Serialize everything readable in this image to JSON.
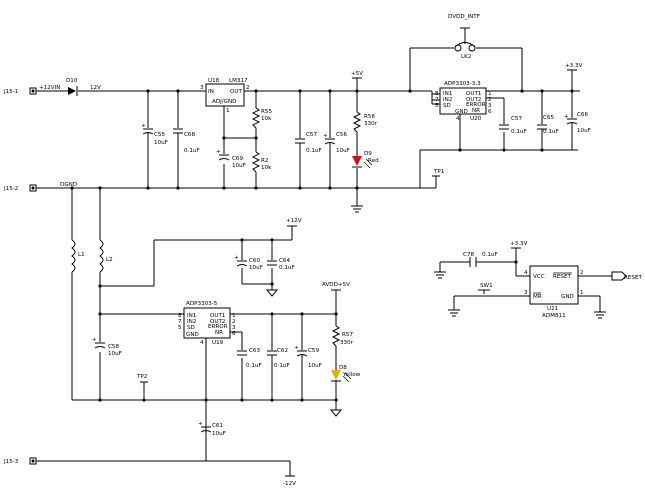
{
  "connectors": {
    "j15_1": "J15-1",
    "j15_2": "J15-2",
    "j15_3": "J15-3",
    "in_12v": "+12VIN",
    "dgnd": "DGND",
    "neg12v": "-12V"
  },
  "nets": {
    "rail_12v": "12V",
    "rail_5v": "+5V",
    "rail_33v": "+3.3V",
    "plus12v": "+12V",
    "avdd": "AVDD+5V",
    "dvdd_intf": "DVDD_INTF",
    "reset": "RESET",
    "reset_33v": "+3.3V"
  },
  "u18": {
    "ref": "U18",
    "part": "LM317",
    "pin_in": "IN",
    "pin_out": "OUT",
    "pin_adj": "ADJ/GND",
    "pin3": "3",
    "pin2": "2",
    "pin1": "1"
  },
  "u20": {
    "ref": "U20",
    "part": "ADP3303-3.3",
    "pin_in1": "IN1",
    "pin_in2": "IN2",
    "pin_sd": "SD",
    "pin_out1": "OUT1",
    "pin_out2": "OUT2",
    "pin_err": "ERROR",
    "pin_nr": "NR",
    "pin_gnd": "GND",
    "pins_l": [
      "8",
      "7",
      "5"
    ],
    "pins_r": [
      "1",
      "2",
      "3",
      "6"
    ],
    "pin4": "4"
  },
  "u19": {
    "ref": "U19",
    "part": "ADP3303-5",
    "pin_in1": "IN1",
    "pin_in2": "IN2",
    "pin_sd": "SD",
    "pin_out1": "OUT1",
    "pin_out2": "OUT2",
    "pin_err": "ERROR",
    "pin_nr": "NR",
    "pin_gnd": "GND",
    "pins_l": [
      "8",
      "7",
      "5"
    ],
    "pins_r": [
      "1",
      "2",
      "3",
      "6"
    ],
    "pin4": "4"
  },
  "u21": {
    "ref": "U21",
    "part": "ADM811",
    "pin_vcc": "VCC",
    "pin_reset": "RESET",
    "pin_mr": "MR",
    "pin_gnd": "GND",
    "p4": "4",
    "p2": "2",
    "p3": "3",
    "p1": "1"
  },
  "diodes": {
    "d10": "D10",
    "d9": {
      "ref": "D9",
      "color": "Red"
    },
    "d8": {
      "ref": "D8",
      "color": "Yellow"
    },
    "led_red_hex": "#d01010",
    "led_yellow_hex": "#e0b000"
  },
  "resistors": {
    "r55": {
      "ref": "R55",
      "value": "10k"
    },
    "r2": {
      "ref": "R2",
      "value": "10k"
    },
    "r56": {
      "ref": "R56",
      "value": "330r"
    },
    "r57": {
      "ref": "R57",
      "value": "330r"
    }
  },
  "capacitors": {
    "c55": {
      "ref": "C55",
      "value": "10uF"
    },
    "c68": {
      "ref": "C68",
      "value": "0.1uF"
    },
    "c69": {
      "ref": "C69",
      "value": "10uF"
    },
    "c57a": {
      "ref": "C57",
      "value": "0.1uF"
    },
    "c56": {
      "ref": "C56",
      "value": "10uF"
    },
    "c57b": {
      "ref": "C57",
      "value": "0.1uF"
    },
    "c65": {
      "ref": "C65",
      "value": "0.1uF"
    },
    "c66": {
      "ref": "C66",
      "value": "10uF"
    },
    "c60": {
      "ref": "C60",
      "value": "10uF"
    },
    "c64": {
      "ref": "C64",
      "value": "0.1uF"
    },
    "c58": {
      "ref": "C58",
      "value": "10uF"
    },
    "c63": {
      "ref": "C63",
      "value": "0.1uF"
    },
    "c62": {
      "ref": "C62",
      "value": "0.1uF"
    },
    "c59": {
      "ref": "C59",
      "value": "10uF"
    },
    "c61": {
      "ref": "C61",
      "value": "10uF"
    },
    "c78": {
      "ref": "C78",
      "value": "0.1uF"
    }
  },
  "misc": {
    "l1": "L1",
    "l2": "L2",
    "lk2": "LK2",
    "tp1": "TP1",
    "tp2": "TP2",
    "sw1": "SW1"
  }
}
